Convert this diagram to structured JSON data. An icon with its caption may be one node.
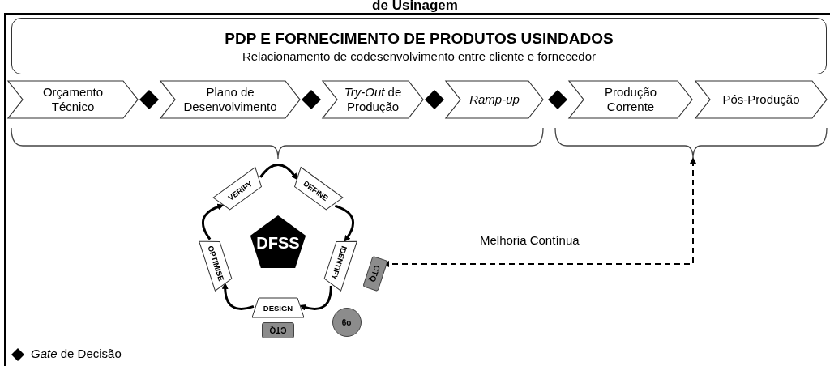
{
  "diagram": {
    "title": "de Usinagem",
    "nodes": [
      {
        "text": [
          "PDP E FORNECIMENTO DE PRODUTOS USINDADOS",
          "Relacionamento de codesenvolvimento entre cliente e fornecedor"
        ]
      },
      {
        "text": [
          "Orçamento Técnico"
        ]
      },
      {
        "text": [],
        "shape": "diamond"
      },
      {
        "text": [
          "Plano de Desenvolvimento"
        ]
      },
      {
        "text": [],
        "shape": "diamond"
      },
      {
        "text": [
          "*Try-Out* de Produção"
        ]
      },
      {
        "text": [],
        "shape": "diamond"
      },
      {
        "text": [
          "Ramp-up"
        ]
      },
      {
        "text": [],
        "shape": "diamond"
      },
      {
        "text": [
          "Produção Corrente"
        ]
      },
      {
        "text": [
          "Pós-Produção"
        ]
      },
      {
        "text": [
          "VERIFY"
        ]
      },
      {
        "text": [
          "DEFINE"
        ]
      },
      {
        "text": [
          "OPTIMISE"
        ]
      },
      {
        "text": [
          "DFSS"
        ]
      },
      {
        "text": [
          "IDENTIFY"
        ]
      },
      {
        "text": [
          "CTQ"
        ]
      },
      {
        "text": [
          "DESIGN"
        ]
      },
      {
        "text": [
          "CTQ"
        ]
      },
      {
        "text": [
          "6σ"
        ]
      },
      {
        "text": [],
        "shape": "brace"
      }
    ],
    "edges": [
      {
        "from": 11,
        "to": 12,
        "arrow": "to"
      },
      {
        "from": 12,
        "to": 15,
        "arrow": "to"
      },
      {
        "from": 15,
        "to": 17,
        "arrow": "to"
      },
      {
        "from": 17,
        "to": 13,
        "arrow": "to"
      },
      {
        "from": 13,
        "to": 11,
        "arrow": "to"
      },
      {
        "from": 20,
        "to": 16,
        "arrow": "both",
        "label": "Melhoria Contínua",
        "style": "dashed"
      }
    ],
    "legend": [
      {
        "text": "*Gate* de Decisão"
      }
    ]
  }
}
